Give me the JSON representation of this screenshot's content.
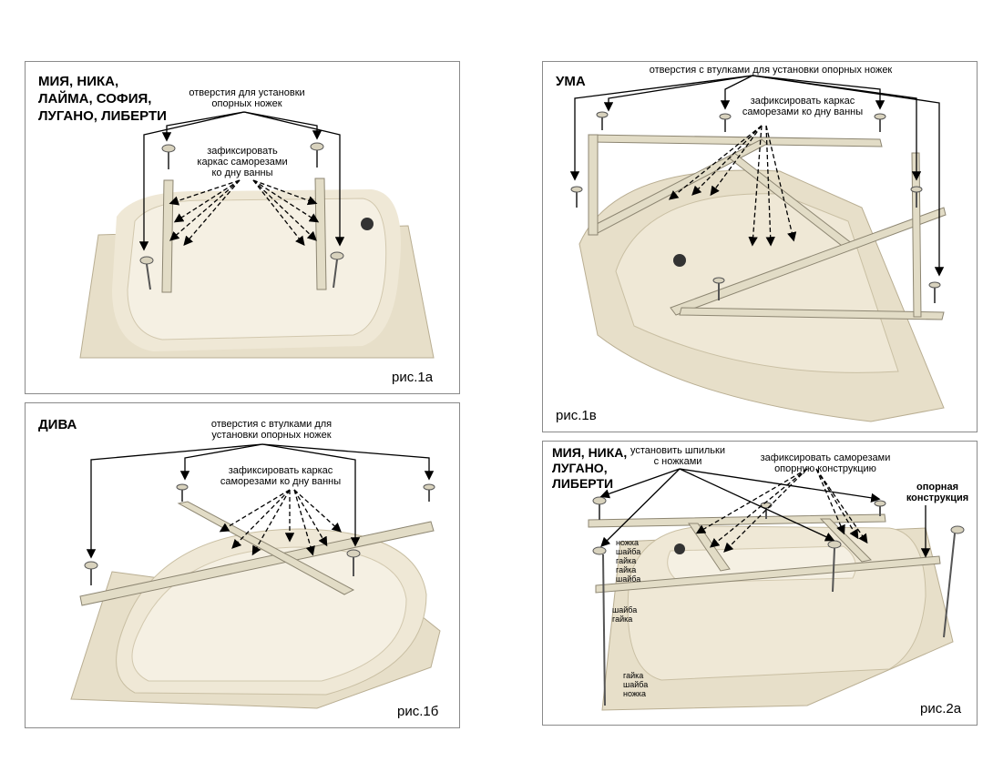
{
  "panels": {
    "p1a": {
      "title": "МИЯ, НИКА,\nЛАЙМА, СОФИЯ,\nЛУГАНО, ЛИБЕРТИ",
      "note_holes": "отверстия для установки\nопорных ножек",
      "note_fix": "зафиксировать\nкаркас саморезами\nко дну ванны",
      "fig": "рис.1а"
    },
    "p1b": {
      "title": "ДИВА",
      "note_holes": "отверстия с втулками для\nустановки опорных ножек",
      "note_fix": "зафиксировать каркас\nсаморезами ко дну ванны",
      "fig": "рис.1б"
    },
    "p1v": {
      "title": "УМА",
      "note_holes": "отверстия с втулками для установки опорных ножек",
      "note_fix": "зафиксировать каркас\nсаморезами ко дну ванны",
      "fig": "рис.1в"
    },
    "p2a": {
      "title": "МИЯ, НИКА,\nЛУГАНО,\nЛИБЕРТИ",
      "note_pins": "установить шпильки\nс ножками",
      "note_fix": "зафиксировать саморезами\nопорную конструкцию",
      "note_support": "опорная\nконструкция",
      "parts_top": "ножка\nшайба\nгайка\nгайка\nшайба",
      "parts_mid": "шайба\nгайка",
      "parts_bottom": "гайка\nшайба\nножка",
      "fig": "рис.2а"
    }
  },
  "colors": {
    "tub": "#ece4cf",
    "tub_shadow": "#d6cbb0",
    "frame": "#e2dcc6",
    "frame_edge": "#8d8672"
  }
}
